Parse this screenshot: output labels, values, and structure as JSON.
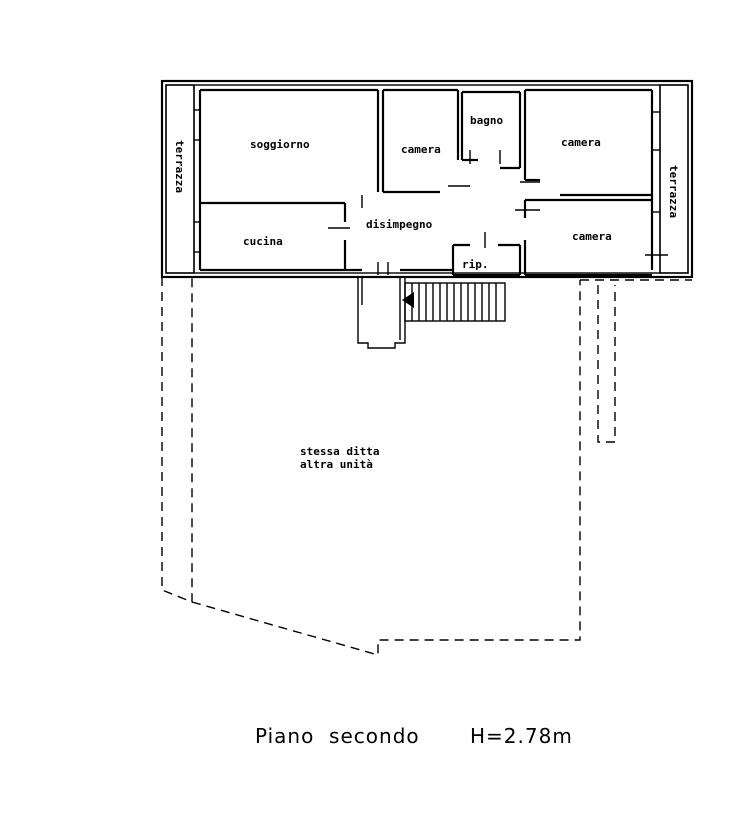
{
  "rooms": {
    "soggiorno": "soggiorno",
    "camera_1": "camera",
    "bagno": "bagno",
    "camera_2": "camera",
    "cucina": "cucina",
    "disimpegno": "disimpegno",
    "camera_3": "camera",
    "ripostiglio": "rip."
  },
  "terraces": {
    "left": "terrazza",
    "right": "terrazza"
  },
  "other_unit": {
    "line1": "stessa ditta",
    "line2": "altra unità"
  },
  "footer": {
    "floor_label": "Piano  secondo",
    "height_label": "H=2.78m"
  }
}
